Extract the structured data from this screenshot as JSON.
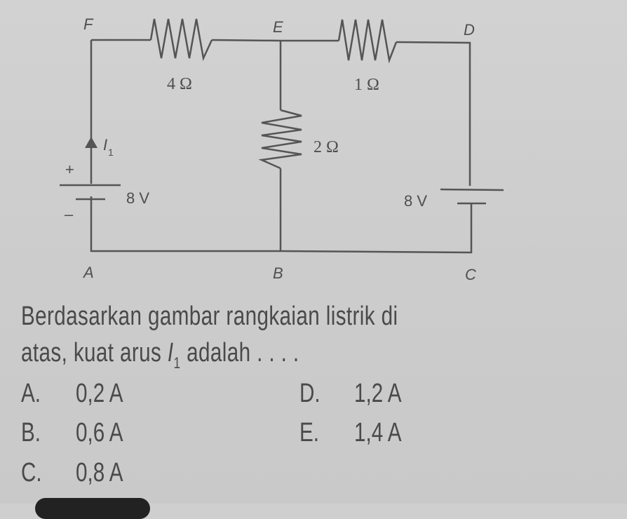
{
  "circuit": {
    "nodes": {
      "F": "F",
      "E": "E",
      "D": "D",
      "A": "A",
      "B": "B",
      "C": "C"
    },
    "resistors": {
      "FE": "4 Ω",
      "ED": "1 Ω",
      "EB": "2 Ω"
    },
    "batteries": {
      "left": "8 V",
      "right": "8 V"
    },
    "polarity": {
      "plus": "+",
      "minus": "–"
    },
    "current": {
      "symbol": "I",
      "subscript": "1"
    }
  },
  "question": {
    "line1": "Berdasarkan gambar rangkaian listrik di",
    "line2_before": "atas, kuat arus ",
    "var": "I",
    "sub": "1",
    "line2_after": " adalah . . . ."
  },
  "options": [
    {
      "letter": "A.",
      "value": "0,2 A"
    },
    {
      "letter": "B.",
      "value": "0,6 A"
    },
    {
      "letter": "C.",
      "value": "0,8 A"
    },
    {
      "letter": "D.",
      "value": "1,2 A"
    },
    {
      "letter": "E.",
      "value": "1,4 A"
    }
  ],
  "colors": {
    "paper": "#cfcfcf",
    "ink": "#4a4a4a"
  }
}
